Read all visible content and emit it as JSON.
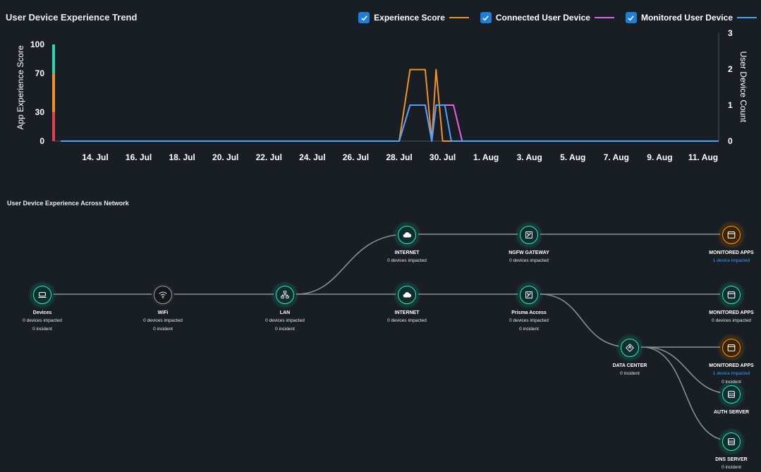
{
  "chart": {
    "title": "User Device Experience Trend",
    "legend": [
      {
        "label": "Experience Score",
        "color": "#f0922b"
      },
      {
        "label": "Connected User Device",
        "color": "#e860e8"
      },
      {
        "label": "Monitored User Device",
        "color": "#4aa3ff"
      }
    ],
    "checkbox_color": "#1f7fd6"
  },
  "chart_data": {
    "type": "line",
    "x": [
      "14. Jul",
      "16. Jul",
      "18. Jul",
      "20. Jul",
      "22. Jul",
      "24. Jul",
      "26. Jul",
      "28. Jul",
      "30. Jul",
      "1. Aug",
      "3. Aug",
      "5. Aug",
      "7. Aug",
      "9. Aug",
      "11. Aug"
    ],
    "ylabel": "App Experience Score",
    "ylabel_right": "User Device Count",
    "y_ticks_left": [
      "0",
      "30",
      "70",
      "100"
    ],
    "y_ticks_right": [
      "0",
      "1",
      "2",
      "3"
    ],
    "ylim": [
      0,
      100
    ],
    "ylim_right": [
      0,
      3
    ],
    "score_bands": [
      {
        "from": 0,
        "to": 30,
        "color": "#e0414b"
      },
      {
        "from": 30,
        "to": 70,
        "color": "#f0922b"
      },
      {
        "from": 70,
        "to": 100,
        "color": "#32d3b5"
      }
    ],
    "series": [
      {
        "name": "Experience Score",
        "axis": "left",
        "color": "#f0922b",
        "points": [
          [
            "11. Jul",
            0
          ],
          [
            "28. Jul",
            0
          ],
          [
            "28.5 Jul",
            74
          ],
          [
            "29.2 Jul",
            74
          ],
          [
            "29.5 Jul",
            0
          ],
          [
            "29.7 Jul",
            74
          ],
          [
            "30.0 Jul",
            0
          ],
          [
            "13. Aug",
            0
          ]
        ]
      },
      {
        "name": "Connected User Device",
        "axis": "right",
        "color": "#e860e8",
        "points": [
          [
            "11. Jul",
            0
          ],
          [
            "28. Jul",
            0
          ],
          [
            "28.5 Jul",
            1
          ],
          [
            "29.2 Jul",
            1
          ],
          [
            "29.5 Jul",
            0
          ],
          [
            "29.7 Jul",
            1
          ],
          [
            "30.5 Jul",
            1
          ],
          [
            "30.9 Jul",
            0
          ],
          [
            "13. Aug",
            0
          ]
        ]
      },
      {
        "name": "Monitored User Device",
        "axis": "right",
        "color": "#4aa3ff",
        "points": [
          [
            "11. Jul",
            0
          ],
          [
            "28. Jul",
            0
          ],
          [
            "28.5 Jul",
            1
          ],
          [
            "29.2 Jul",
            1
          ],
          [
            "29.5 Jul",
            0
          ],
          [
            "29.7 Jul",
            1
          ],
          [
            "30.1 Jul",
            1
          ],
          [
            "30.4 Jul",
            0
          ],
          [
            "13. Aug",
            0
          ]
        ]
      }
    ]
  },
  "network": {
    "title": "User Device Experience Across Network",
    "nodes": [
      {
        "id": "devices",
        "label": "Devices",
        "lines": [
          "0 devices impacted",
          "0 incident"
        ],
        "style": "teal",
        "icon": "laptop-icon"
      },
      {
        "id": "wifi",
        "label": "WiFi",
        "lines": [
          "0 devices impacted",
          "0 incident"
        ],
        "style": "gray",
        "icon": "wifi-icon"
      },
      {
        "id": "lan",
        "label": "LAN",
        "lines": [
          "0 devices impacted",
          "0 incident"
        ],
        "style": "teal",
        "icon": "network-icon"
      },
      {
        "id": "internet-top",
        "label": "INTERNET",
        "lines": [
          "0 devices impacted"
        ],
        "style": "teal",
        "icon": "cloud-icon"
      },
      {
        "id": "ngfw",
        "label": "NGFW GATEWAY",
        "lines": [
          "0 devices impacted"
        ],
        "style": "teal",
        "icon": "firewall-icon"
      },
      {
        "id": "apps-top",
        "label": "MONITORED APPS",
        "lines": [
          "1 device impacted"
        ],
        "blue_first": true,
        "style": "orange",
        "icon": "app-window-icon"
      },
      {
        "id": "internet-mid",
        "label": "INTERNET",
        "lines": [
          "0 devices impacted"
        ],
        "style": "teal",
        "icon": "cloud-icon"
      },
      {
        "id": "prisma",
        "label": "Prisma Access",
        "lines": [
          "0 devices impacted",
          "0 incident"
        ],
        "style": "teal",
        "icon": "firewall-icon"
      },
      {
        "id": "apps-mid",
        "label": "MONITORED APPS",
        "lines": [
          "0 devices impacted"
        ],
        "style": "teal",
        "icon": "app-window-icon"
      },
      {
        "id": "datacenter",
        "label": "DATA CENTER",
        "lines": [
          "0 incident"
        ],
        "style": "teal",
        "icon": "datacenter-icon"
      },
      {
        "id": "apps-dc",
        "label": "MONITORED APPS",
        "lines": [
          "1 device impacted",
          "0 incident"
        ],
        "blue_first": true,
        "style": "orange",
        "icon": "app-window-icon"
      },
      {
        "id": "auth",
        "label": "AUTH SERVER",
        "lines": [],
        "style": "teal",
        "icon": "server-icon"
      },
      {
        "id": "dns",
        "label": "DNS SERVER",
        "lines": [
          "0 incident"
        ],
        "style": "teal",
        "icon": "server-icon"
      }
    ]
  }
}
